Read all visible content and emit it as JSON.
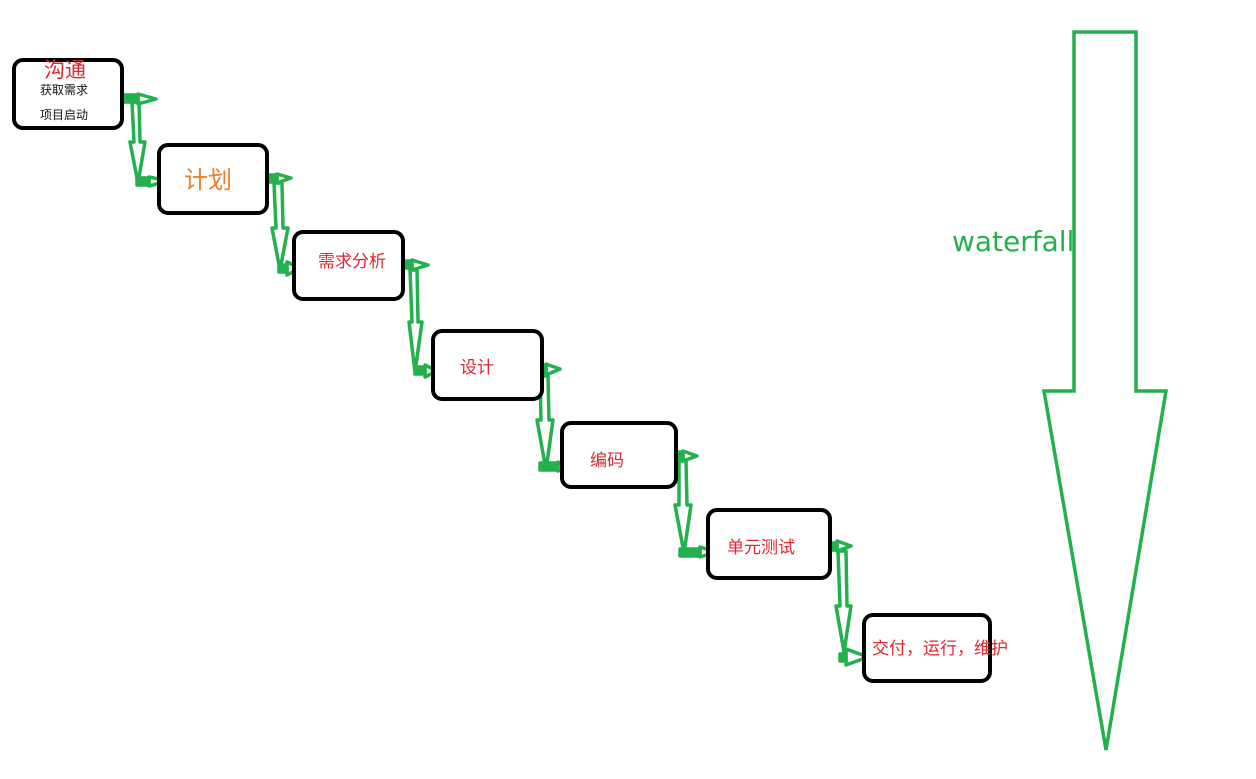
{
  "steps": [
    {
      "title": "沟通",
      "details": [
        "获取需求",
        "项目启动"
      ]
    },
    {
      "title": "计划"
    },
    {
      "title": "需求分析"
    },
    {
      "title": "设计"
    },
    {
      "title": "编码"
    },
    {
      "title": "单元测试"
    },
    {
      "title": "交付，运行，维护"
    }
  ],
  "waterfall_label": "waterfall",
  "colors": {
    "arrow": "#22b14c",
    "box_border": "#000000",
    "step_text": "#e0262e",
    "plan_text": "#f07f2a",
    "detail_text": "#111111"
  }
}
